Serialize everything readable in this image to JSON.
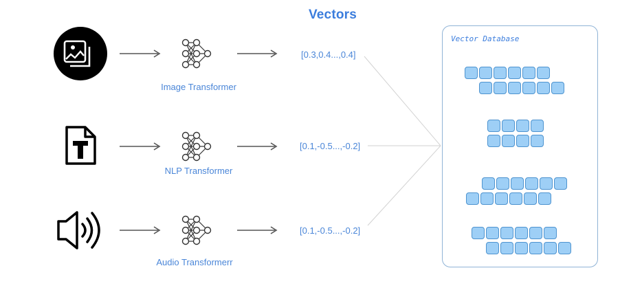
{
  "title": "Vectors",
  "rows": [
    {
      "input": "image",
      "icon": "image-icon",
      "model_label": "Image Transformer",
      "vector": "[0.3,0.4...,0.4]"
    },
    {
      "input": "text",
      "icon": "text-file-icon",
      "model_label": "NLP Transformer",
      "vector": "[0.1,-0.5...,-0.2]"
    },
    {
      "input": "audio",
      "icon": "speaker-icon",
      "model_label": "Audio Transformerr",
      "vector": "[0.1,-0.5...,-0.2]"
    }
  ],
  "database": {
    "title": "Vector Database"
  },
  "colors": {
    "accent": "#3b7ddd",
    "cell_fill": "#9ecff6",
    "cell_border": "#4d93cf"
  }
}
